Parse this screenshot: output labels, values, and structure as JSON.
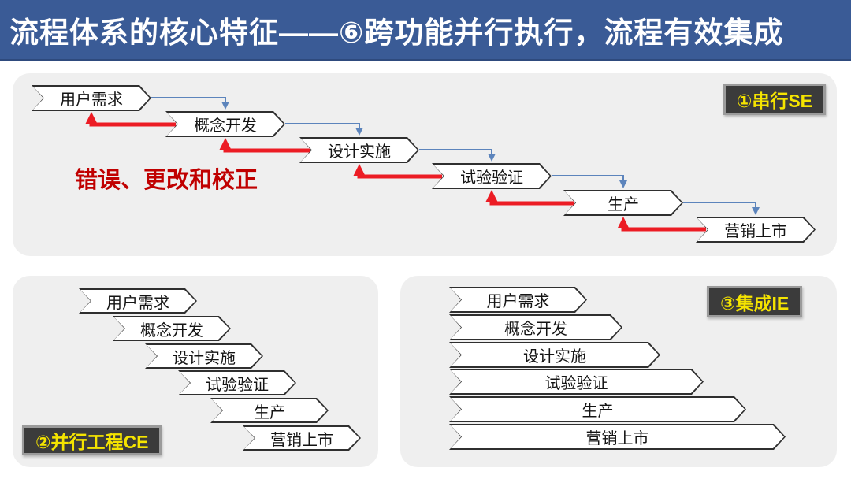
{
  "header": {
    "title": "流程体系的核心特征——⑥跨功能并行执行，流程有效集成"
  },
  "stages": [
    "用户需求",
    "概念开发",
    "设计实施",
    "试验验证",
    "生产",
    "营销上市"
  ],
  "panels": {
    "serial": {
      "badge": "①串行SE",
      "annotation": "错误、更改和校正"
    },
    "concurrent": {
      "badge": "②并行工程CE"
    },
    "integrated": {
      "badge": "③集成IE"
    }
  },
  "colors": {
    "header_bg": "#3a5b96",
    "panel_bg": "#efefef",
    "badge_bg": "#3b3b3b",
    "badge_border": "#9b9b9b",
    "badge_text": "#f5e400",
    "forward_arrow_blue": "#5c84bc",
    "rework_arrow_red": "#ec1c24",
    "annotation_red": "#c00000",
    "box_fill": "#ffffff",
    "box_border": "#2f2f2f"
  }
}
